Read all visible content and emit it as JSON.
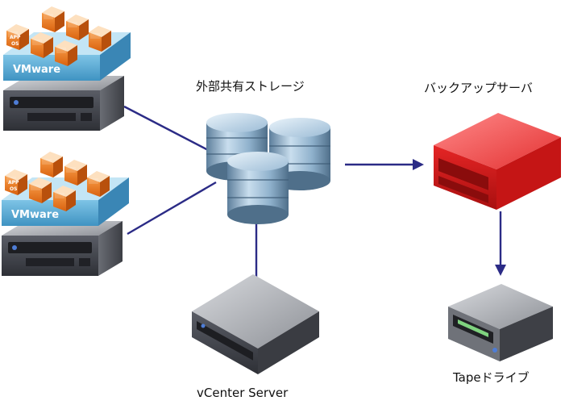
{
  "labels": {
    "storage": "外部共有ストレージ",
    "backup": "バックアップサーバ",
    "tape": "Tapeドライブ",
    "vcenter": "vCenter Server"
  },
  "host": {
    "platform": "VMware",
    "chip_top": "APP",
    "chip_bottom": "OS"
  },
  "colors": {
    "line": "#2b2b86",
    "vmware_blue": "#5fb0d8",
    "app_orange": "#ee7a22",
    "server_gray": "#4a4d55",
    "storage_blue": "#9cc0dc",
    "backup_red": "#e02020"
  }
}
